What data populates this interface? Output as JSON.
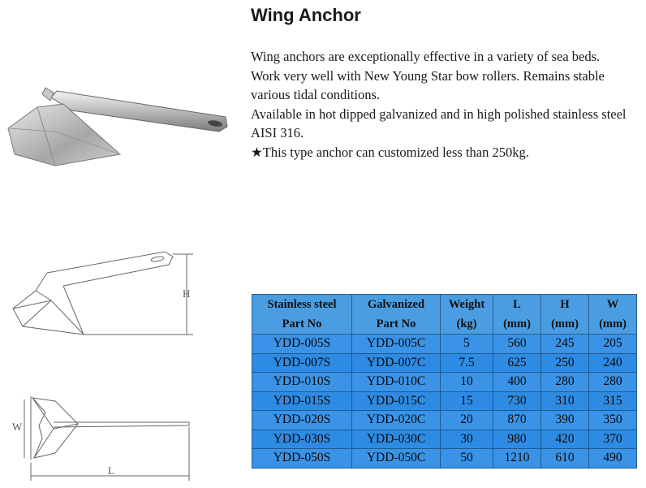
{
  "title": "Wing Anchor",
  "description": [
    "Wing anchors are exceptionally effective in a variety of sea beds.",
    "Work very well with New Young Star bow rollers. Remains stable various tidal conditions.",
    "Available in hot dipped galvanized and in high polished stainless steel AISI 316.",
    "★This type anchor can customized less than 250kg."
  ],
  "diagram": {
    "height_label": "H",
    "width_label": "W",
    "length_label": "L"
  },
  "table": {
    "headers": [
      [
        "Stainless steel",
        "Part No"
      ],
      [
        "Galvanized",
        "Part No"
      ],
      [
        "Weight",
        "(kg)"
      ],
      [
        "L",
        "(mm)"
      ],
      [
        "H",
        "(mm)"
      ],
      [
        "W",
        "(mm)"
      ]
    ],
    "rows": [
      [
        "YDD-005S",
        "YDD-005C",
        "5",
        "560",
        "245",
        "205"
      ],
      [
        "YDD-007S",
        "YDD-007C",
        "7.5",
        "625",
        "250",
        "240"
      ],
      [
        "YDD-010S",
        "YDD-010C",
        "10",
        "400",
        "280",
        "280"
      ],
      [
        "YDD-015S",
        "YDD-015C",
        "15",
        "730",
        "310",
        "315"
      ],
      [
        "YDD-020S",
        "YDD-020C",
        "20",
        "870",
        "390",
        "350"
      ],
      [
        "YDD-030S",
        "YDD-030C",
        "30",
        "980",
        "420",
        "370"
      ],
      [
        "YDD-050S",
        "YDD-050C",
        "50",
        "1210",
        "610",
        "490"
      ]
    ]
  }
}
